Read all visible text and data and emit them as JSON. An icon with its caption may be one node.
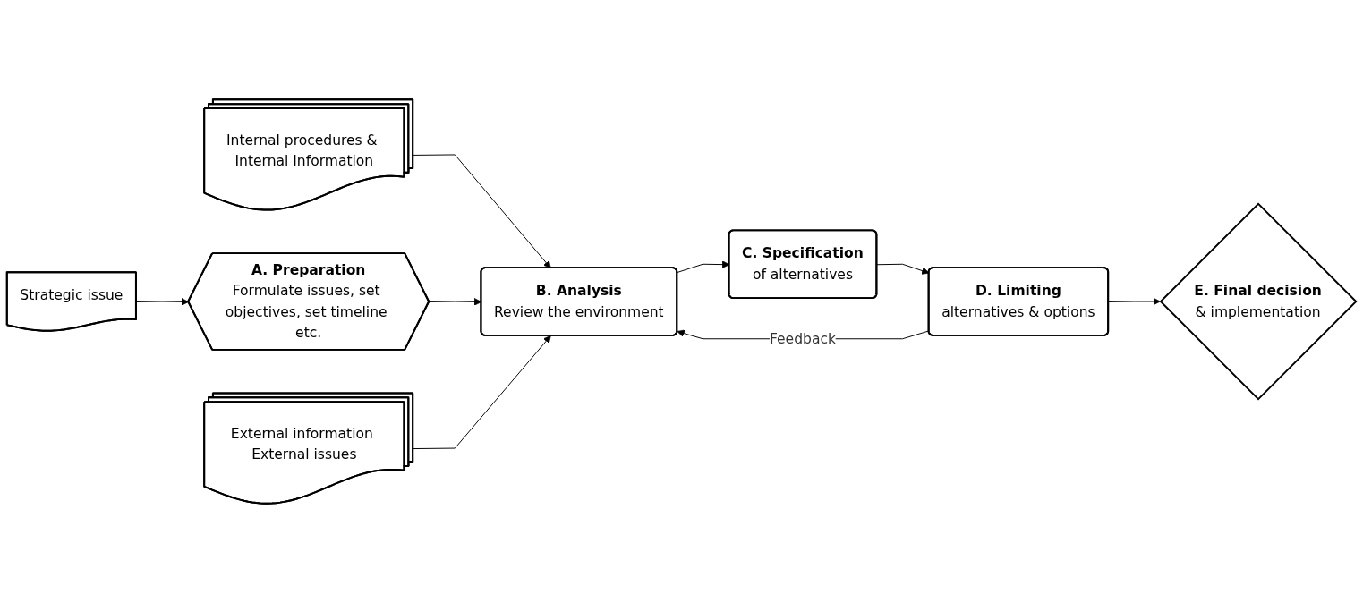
{
  "diagram": {
    "nodes": [
      {
        "text": [
          "Strategic issue"
        ]
      },
      {
        "text": [
          "Internal procedures & Internal Information"
        ]
      },
      {
        "text": [
          "A. Preparation",
          "Formulate issues, set objectives, set timeline etc."
        ]
      },
      {
        "text": [
          "B. Analysis",
          "Review the environment"
        ]
      },
      {
        "text": [
          "C. Specification",
          "of alternatives"
        ]
      },
      {
        "text": [
          "D. Limiting",
          "alternatives & options"
        ]
      },
      {
        "text": [
          "E. Final decision",
          "& implementation"
        ]
      },
      {
        "text": [
          "External information External issues"
        ]
      }
    ],
    "edges": [
      {
        "from": 0,
        "to": 2,
        "arrow": "to"
      },
      {
        "from": 1,
        "to": 3,
        "arrow": "to"
      },
      {
        "from": 2,
        "to": 3,
        "arrow": "to"
      },
      {
        "from": 3,
        "to": 4,
        "arrow": "to"
      },
      {
        "from": 4,
        "to": 5,
        "arrow": "to"
      },
      {
        "from": 5,
        "to": 6,
        "arrow": "to"
      },
      {
        "from": 5,
        "to": 3,
        "arrow": "to",
        "label": "Feedback"
      },
      {
        "from": 7,
        "to": 3,
        "arrow": "to"
      }
    ]
  }
}
